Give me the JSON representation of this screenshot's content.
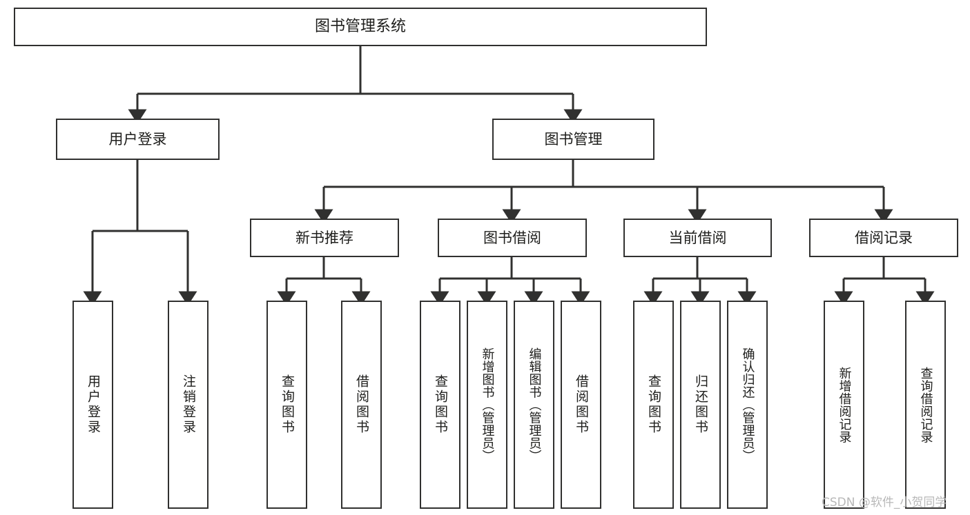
{
  "diagram": {
    "type": "tree",
    "title": "图书管理系统",
    "colors": {
      "stroke": "#30302f",
      "text": "#1d1d1b",
      "background": "#ffffff",
      "watermark": "#b8b8b8"
    },
    "nodes": {
      "root": {
        "label": "图书管理系统"
      },
      "level2": [
        {
          "id": "user-login",
          "label": "用户登录"
        },
        {
          "id": "book-management",
          "label": "图书管理"
        }
      ],
      "level3": [
        {
          "id": "new-book-recommend",
          "label": "新书推荐"
        },
        {
          "id": "book-borrow",
          "label": "图书借阅"
        },
        {
          "id": "current-borrow",
          "label": "当前借阅"
        },
        {
          "id": "borrow-record",
          "label": "借阅记录"
        }
      ],
      "leaves": {
        "user-login": [
          {
            "id": "leaf-user-login",
            "label": "用户登录"
          },
          {
            "id": "leaf-logout",
            "label": "注销登录"
          }
        ],
        "new-book-recommend": [
          {
            "id": "leaf-query-book-1",
            "label": "查询图书"
          },
          {
            "id": "leaf-borrow-book-1",
            "label": "借阅图书"
          }
        ],
        "book-borrow": [
          {
            "id": "leaf-query-book-2",
            "label": "查询图书"
          },
          {
            "id": "leaf-add-book",
            "label": "新增图书（管理员）"
          },
          {
            "id": "leaf-edit-book",
            "label": "编辑图书（管理员）"
          },
          {
            "id": "leaf-borrow-book-2",
            "label": "借阅图书"
          }
        ],
        "current-borrow": [
          {
            "id": "leaf-query-book-3",
            "label": "查询图书"
          },
          {
            "id": "leaf-return-book",
            "label": "归还图书"
          },
          {
            "id": "leaf-confirm-return",
            "label": "确认归还（管理员）"
          }
        ],
        "borrow-record": [
          {
            "id": "leaf-add-record",
            "label": "新增借阅记录"
          },
          {
            "id": "leaf-query-record",
            "label": "查询借阅记录"
          }
        ]
      }
    },
    "watermark": "CSDN @软件_小贺同学"
  }
}
